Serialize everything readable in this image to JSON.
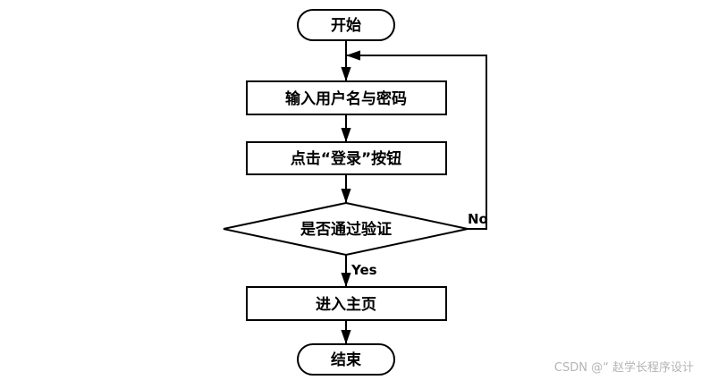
{
  "nodes": {
    "start": "开始",
    "input": "输入用户名与密码",
    "click": "点击“登录”按钮",
    "decision": "是否通过验证",
    "enter": "进入主页",
    "end": "结束"
  },
  "edges": {
    "yes": "Yes",
    "no": "No"
  },
  "watermark": "CSDN @“ 赵学长程序设计"
}
